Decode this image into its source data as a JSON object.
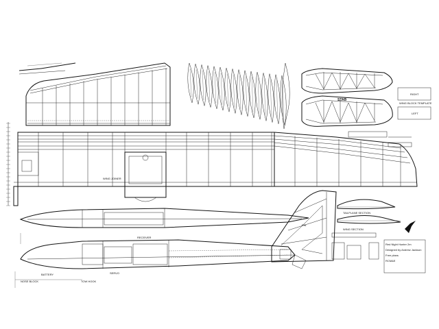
{
  "plan": {
    "stab_label": "STAB",
    "title_block": {
      "name": "Red Night Hunter 2m",
      "designer": "Designed by Andrew Jackson",
      "note": "Free plans",
      "credit": "RCM&E"
    },
    "template_labels": {
      "right": "RIGHT",
      "left": "LEFT",
      "template": "WING BLOCK TEMPLATE"
    },
    "notes": {
      "wing_joiner": "WING JOINER",
      "fin": "FIN",
      "battery": "BATTERY",
      "servo": "SERVO",
      "receiver": "RECEIVER",
      "noseblock": "NOSE BLOCK",
      "tow_hook": "TOW HOOK",
      "tailplane_section": "TAILPLANE SECTION",
      "wing_section": "WING SECTION"
    }
  }
}
